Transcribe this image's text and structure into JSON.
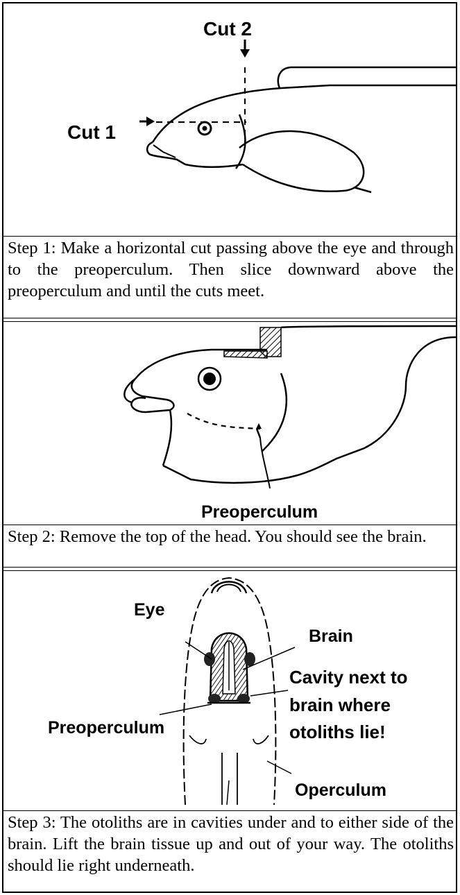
{
  "steps": [
    {
      "figure": {
        "cut2_label": "Cut 2",
        "cut1_label": "Cut 1",
        "icon": "fish-head-cut-lines-diagram"
      },
      "caption": "Step 1: Make a horizontal cut passing above the eye and through to the preoperculum. Then slice downward above the preoperculum and until the cuts meet."
    },
    {
      "figure": {
        "preoperculum_label": "Preoperculum",
        "icon": "fish-head-top-removed-diagram"
      },
      "caption": "Step 2: Remove the top of the head. You should see the brain."
    },
    {
      "figure": {
        "eye_label": "Eye",
        "brain_label": "Brain",
        "cavity_line1": "Cavity next to",
        "cavity_line2": "brain where",
        "cavity_line3": "otoliths lie!",
        "preoperculum_label": "Preoperculum",
        "operculum_label": "Operculum",
        "icon": "fish-head-top-view-diagram"
      },
      "caption": "Step 3: The otoliths are in cavities under and to either side of the brain. Lift the brain tissue up and out of your way. The otoliths should lie right underneath."
    }
  ]
}
